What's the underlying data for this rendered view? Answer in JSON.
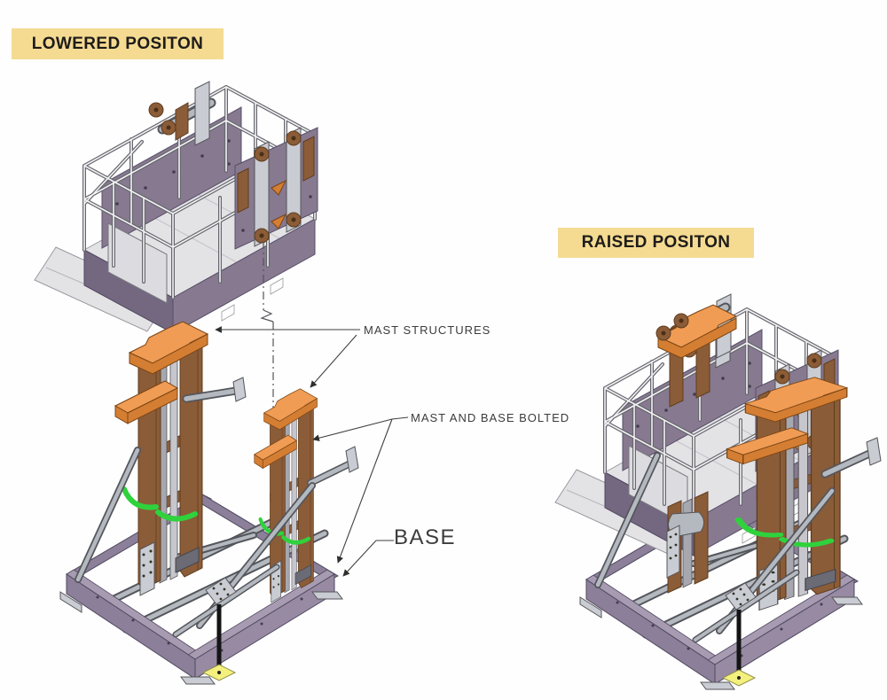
{
  "figures": {
    "lowered": {
      "title": "LOWERED POSITON"
    },
    "raised": {
      "title": "RAISED POSITON"
    }
  },
  "annotations": {
    "mast_structures": "MAST STRUCTURES",
    "mast_and_base_bolted": "MAST AND BASE BOLTED",
    "base": "BASE"
  },
  "colors": {
    "label_bg": "#F5DB92",
    "label_text": "#1E1C1A",
    "annotation_text": "#3C3C3C",
    "platform_panel": "#87798F",
    "platform_panel_dark": "#746881",
    "floor": "#E3E2E5",
    "rail_outline": "#66666E",
    "rail_fill": "#F2F2F4",
    "mast_brown": "#8B5C38",
    "mast_brown_dark": "#5F3D1E",
    "mast_orange": "#F09C55",
    "mast_orange_dark": "#D47E33",
    "steel_dark": "#54565C",
    "steel_light": "#B4B8BF",
    "steel_plate": "#C9CCD2",
    "green_bracket": "#2FD23C",
    "base_purple": "#8C7F99",
    "base_purple_light": "#A79BB2",
    "foot_pad_yellow": "#F3F07E"
  }
}
